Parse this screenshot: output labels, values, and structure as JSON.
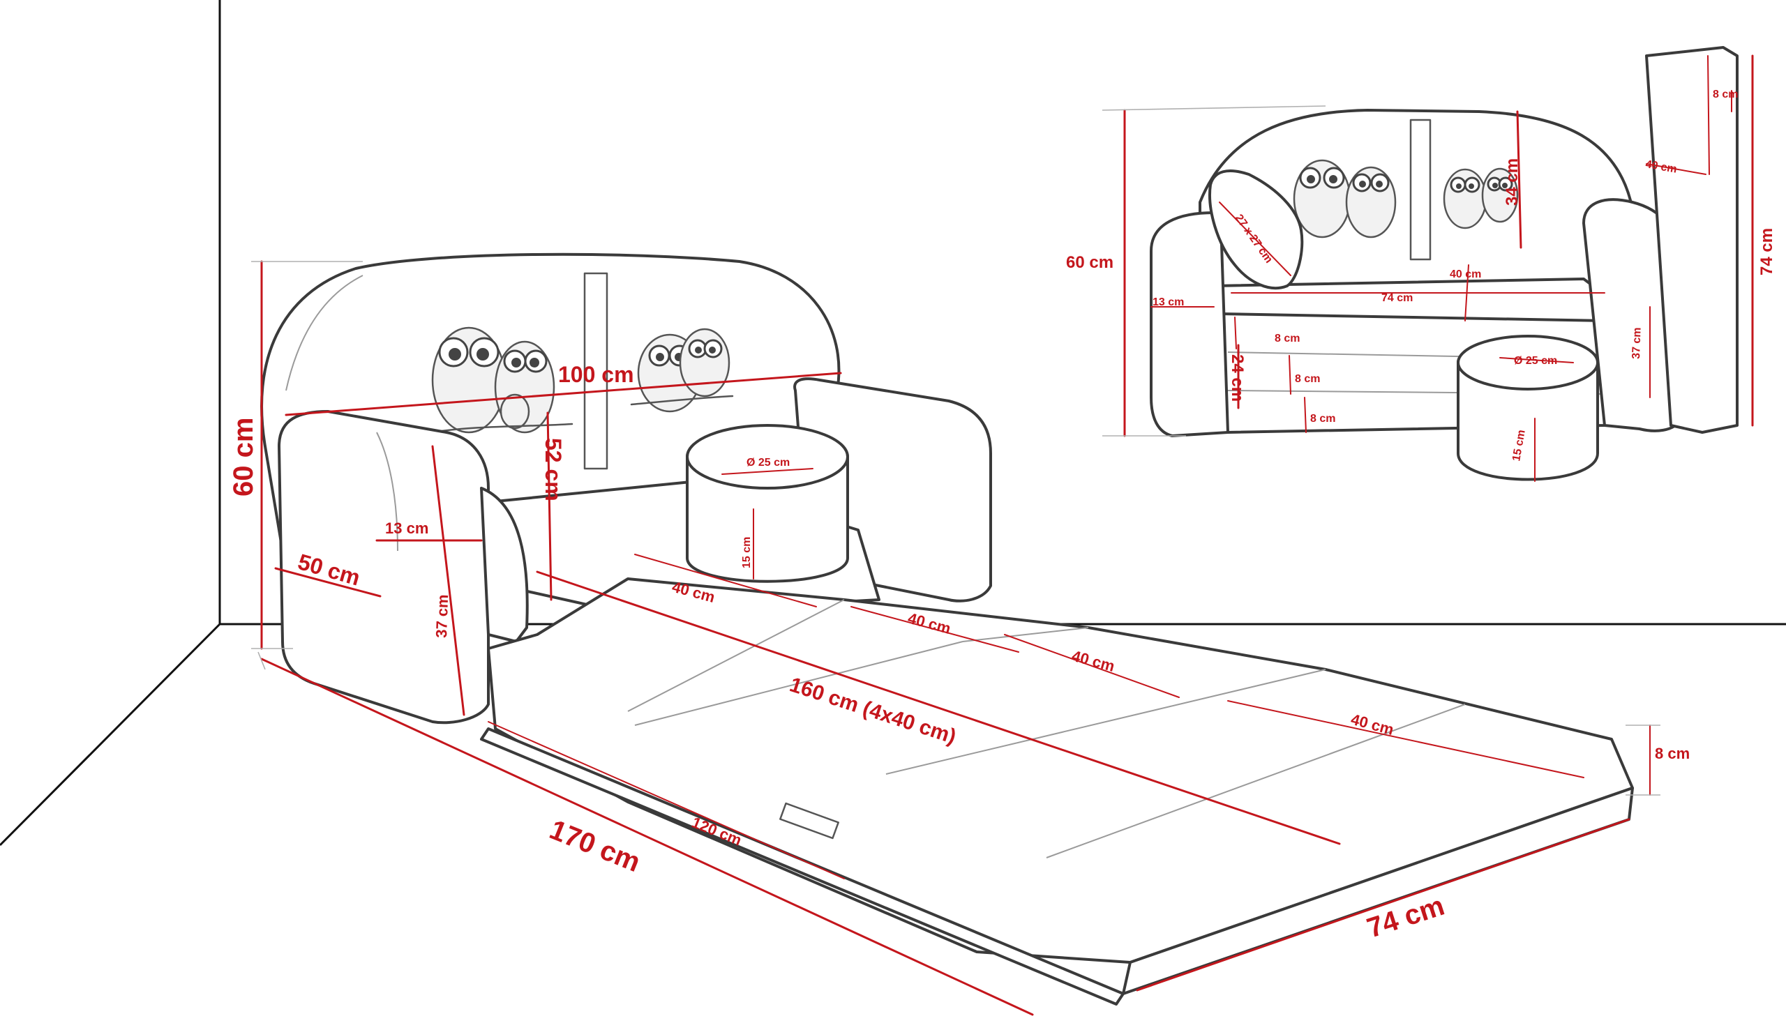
{
  "colors": {
    "dimension": "#c4161c",
    "outline": "#3a3a3a",
    "room_lines": "#111111",
    "background": "#ffffff"
  },
  "icons": [
    "owl-print-icon",
    "pouf-icon",
    "cushion-icon"
  ],
  "main_view": {
    "height_total": "60 cm",
    "backrest_width": "100 cm",
    "backrest_height": "52 cm",
    "armrest_thickness": "13 cm",
    "armrest_depth": "50 cm",
    "armrest_height": "37 cm",
    "pouf_diameter": "Ø 25 cm",
    "pouf_height": "15 cm",
    "segment_1": "40 cm",
    "segment_2": "40 cm",
    "segment_3": "40 cm",
    "segment_4": "40 cm",
    "mattress_length": "160 cm (4x40 cm)",
    "mattress_thickness": "8 cm",
    "base_section": "120 cm",
    "total_length": "170 cm",
    "total_width": "74 cm"
  },
  "inset_view": {
    "height_total": "60 cm",
    "pillow_size": "27 x 27 cm",
    "back_height": "34 cm",
    "seat_depth": "40 cm",
    "seat_width": "74 cm",
    "armrest_thickness": "13 cm",
    "layer_1": "8 cm",
    "layer_2": "8 cm",
    "layer_3": "8 cm",
    "stack_height": "24 cm",
    "pouf_diameter": "Ø 25 cm",
    "pouf_height": "15 cm",
    "armrest_height": "37 cm",
    "panel_thickness": "8 cm",
    "panel_width": "40 cm",
    "panel_height": "74 cm"
  }
}
